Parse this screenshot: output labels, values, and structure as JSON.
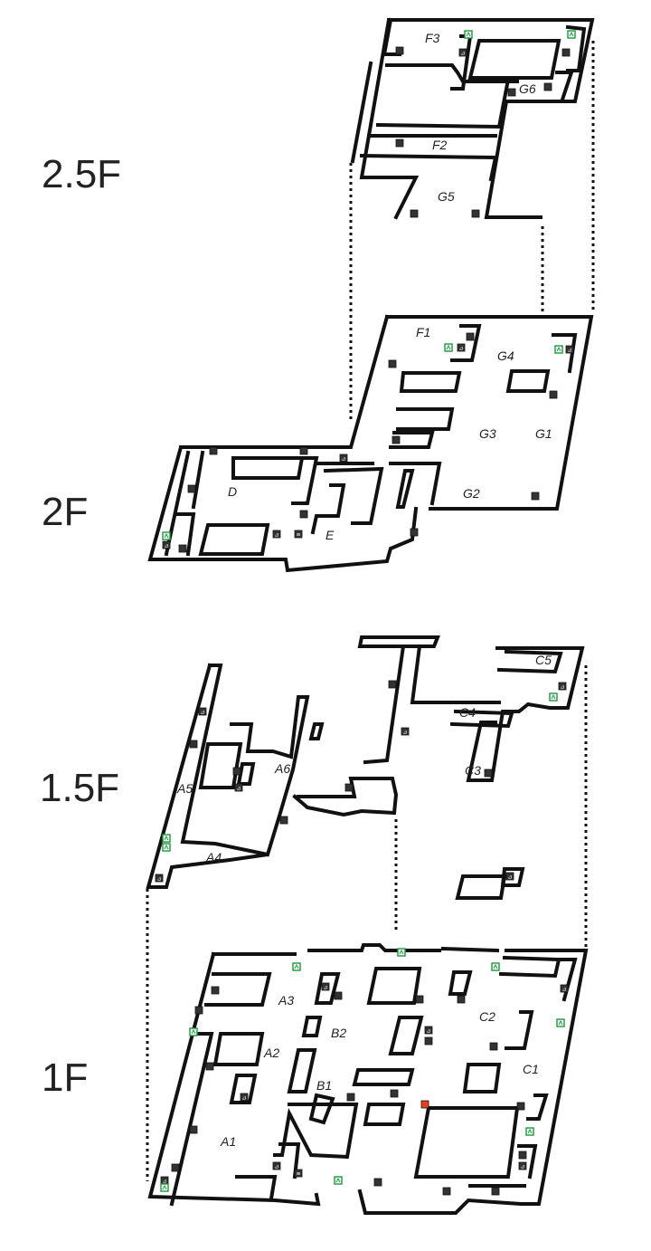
{
  "floors": [
    {
      "label": "2.5F",
      "zones": [
        "F3",
        "G6",
        "F2",
        "G5"
      ]
    },
    {
      "label": "2F",
      "zones": [
        "F1",
        "G4",
        "G3",
        "G1",
        "D",
        "G2",
        "E"
      ]
    },
    {
      "label": "1.5F",
      "zones": [
        "C5",
        "C4",
        "A6",
        "A5",
        "C3",
        "A4"
      ]
    },
    {
      "label": "1F",
      "zones": [
        "A3",
        "C2",
        "B2",
        "A2",
        "B1",
        "C1",
        "A1"
      ]
    }
  ],
  "icons": {
    "exit": {
      "name": "exit-sign-icon",
      "color": "#1a9a3a",
      "glyph": "⇱"
    },
    "fire": {
      "name": "fire-extinguisher-icon",
      "color": "#111111",
      "glyph": "F"
    },
    "stair": {
      "name": "stair-icon",
      "color": "#111111",
      "glyph": "⊿"
    },
    "elevator": {
      "name": "elevator-icon",
      "color": "#111111",
      "glyph": "≡"
    },
    "you_are_here": {
      "name": "you-are-here-icon",
      "color": "#e8401c",
      "glyph": "●"
    }
  }
}
